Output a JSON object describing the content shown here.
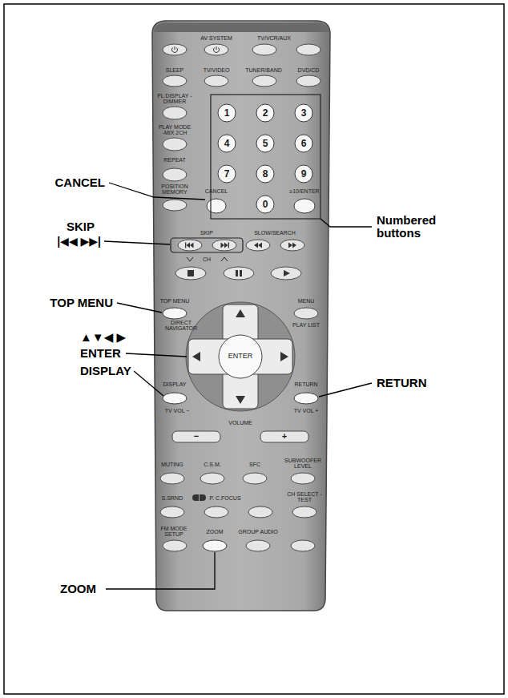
{
  "diagram": {
    "labels": [
      "Numbered buttons",
      "CANCEL",
      "SKIP",
      "|◀◀ ▶▶|",
      "TOP MENU",
      "▲▼◀ ▶",
      "ENTER",
      "DISPLAY",
      "RETURN",
      "ZOOM",
      "AV SYSTEM",
      "TV/VCR/AUX",
      "SLEEP",
      "TV/VIDEO",
      "TUNER/BAND",
      "DVD/CD",
      "FL DISPLAY -DIMMER",
      "PLAY MODE -MIX 2CH",
      "REPEAT",
      "POSITION MEMORY",
      "CANCEL",
      "1",
      "2",
      "3",
      "4",
      "5",
      "6",
      "7",
      "8",
      "9",
      "0",
      "≥10/ENTER",
      "SKIP",
      "CH",
      "SLOW/SEARCH",
      "TOP MENU",
      "DIRECT NAVIGATOR",
      "MENU",
      "PLAY LIST",
      "ENTER",
      "DISPLAY",
      "TV VOL −",
      "RETURN",
      "TV VOL +",
      "VOLUME",
      "−",
      "+",
      "MUTING",
      "C.S.M.",
      "SFC",
      "SUBWOOFER LEVEL",
      "S.SRND",
      "P. C.FOCUS",
      "CH SELECT -TEST",
      "FM MODE SETUP",
      "ZOOM",
      "GROUP AUDIO"
    ]
  }
}
